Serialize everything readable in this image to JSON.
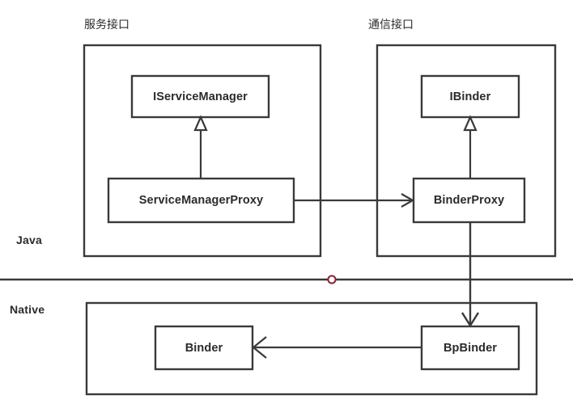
{
  "diagram": {
    "title": "Android Binder Java/Native architecture",
    "colors": {
      "stroke": "#3a3a3a",
      "text": "#2b2b2b",
      "background": "#ffffff",
      "marker": "#8b2436"
    },
    "layers": [
      {
        "id": "java",
        "label": "Java"
      },
      {
        "id": "native",
        "label": "Native"
      }
    ],
    "groups": [
      {
        "id": "service-interface",
        "label": "服务接口"
      },
      {
        "id": "communication-interface",
        "label": "通信接口"
      }
    ],
    "nodes": [
      {
        "id": "iservicemanager",
        "label": "IServiceManager"
      },
      {
        "id": "ibinder",
        "label": "IBinder"
      },
      {
        "id": "servicemanagerproxy",
        "label": "ServiceManagerProxy"
      },
      {
        "id": "binderproxy",
        "label": "BinderProxy"
      },
      {
        "id": "binder",
        "label": "Binder"
      },
      {
        "id": "bpbinder",
        "label": "BpBinder"
      }
    ],
    "edges": [
      {
        "id": "smp-implements-ism",
        "from": "ServiceManagerProxy",
        "to": "IServiceManager",
        "type": "generalization"
      },
      {
        "id": "bp-implements-ibinder",
        "from": "BinderProxy",
        "to": "IBinder",
        "type": "generalization"
      },
      {
        "id": "smp-uses-bp",
        "from": "ServiceManagerProxy",
        "to": "BinderProxy",
        "type": "association"
      },
      {
        "id": "bp-to-bpbinder",
        "from": "BinderProxy",
        "to": "BpBinder",
        "type": "association"
      },
      {
        "id": "bpbinder-to-binder",
        "from": "BpBinder",
        "to": "Binder",
        "type": "association"
      }
    ],
    "divider": {
      "id": "java-native-divider",
      "marker": "circle-handle"
    }
  }
}
